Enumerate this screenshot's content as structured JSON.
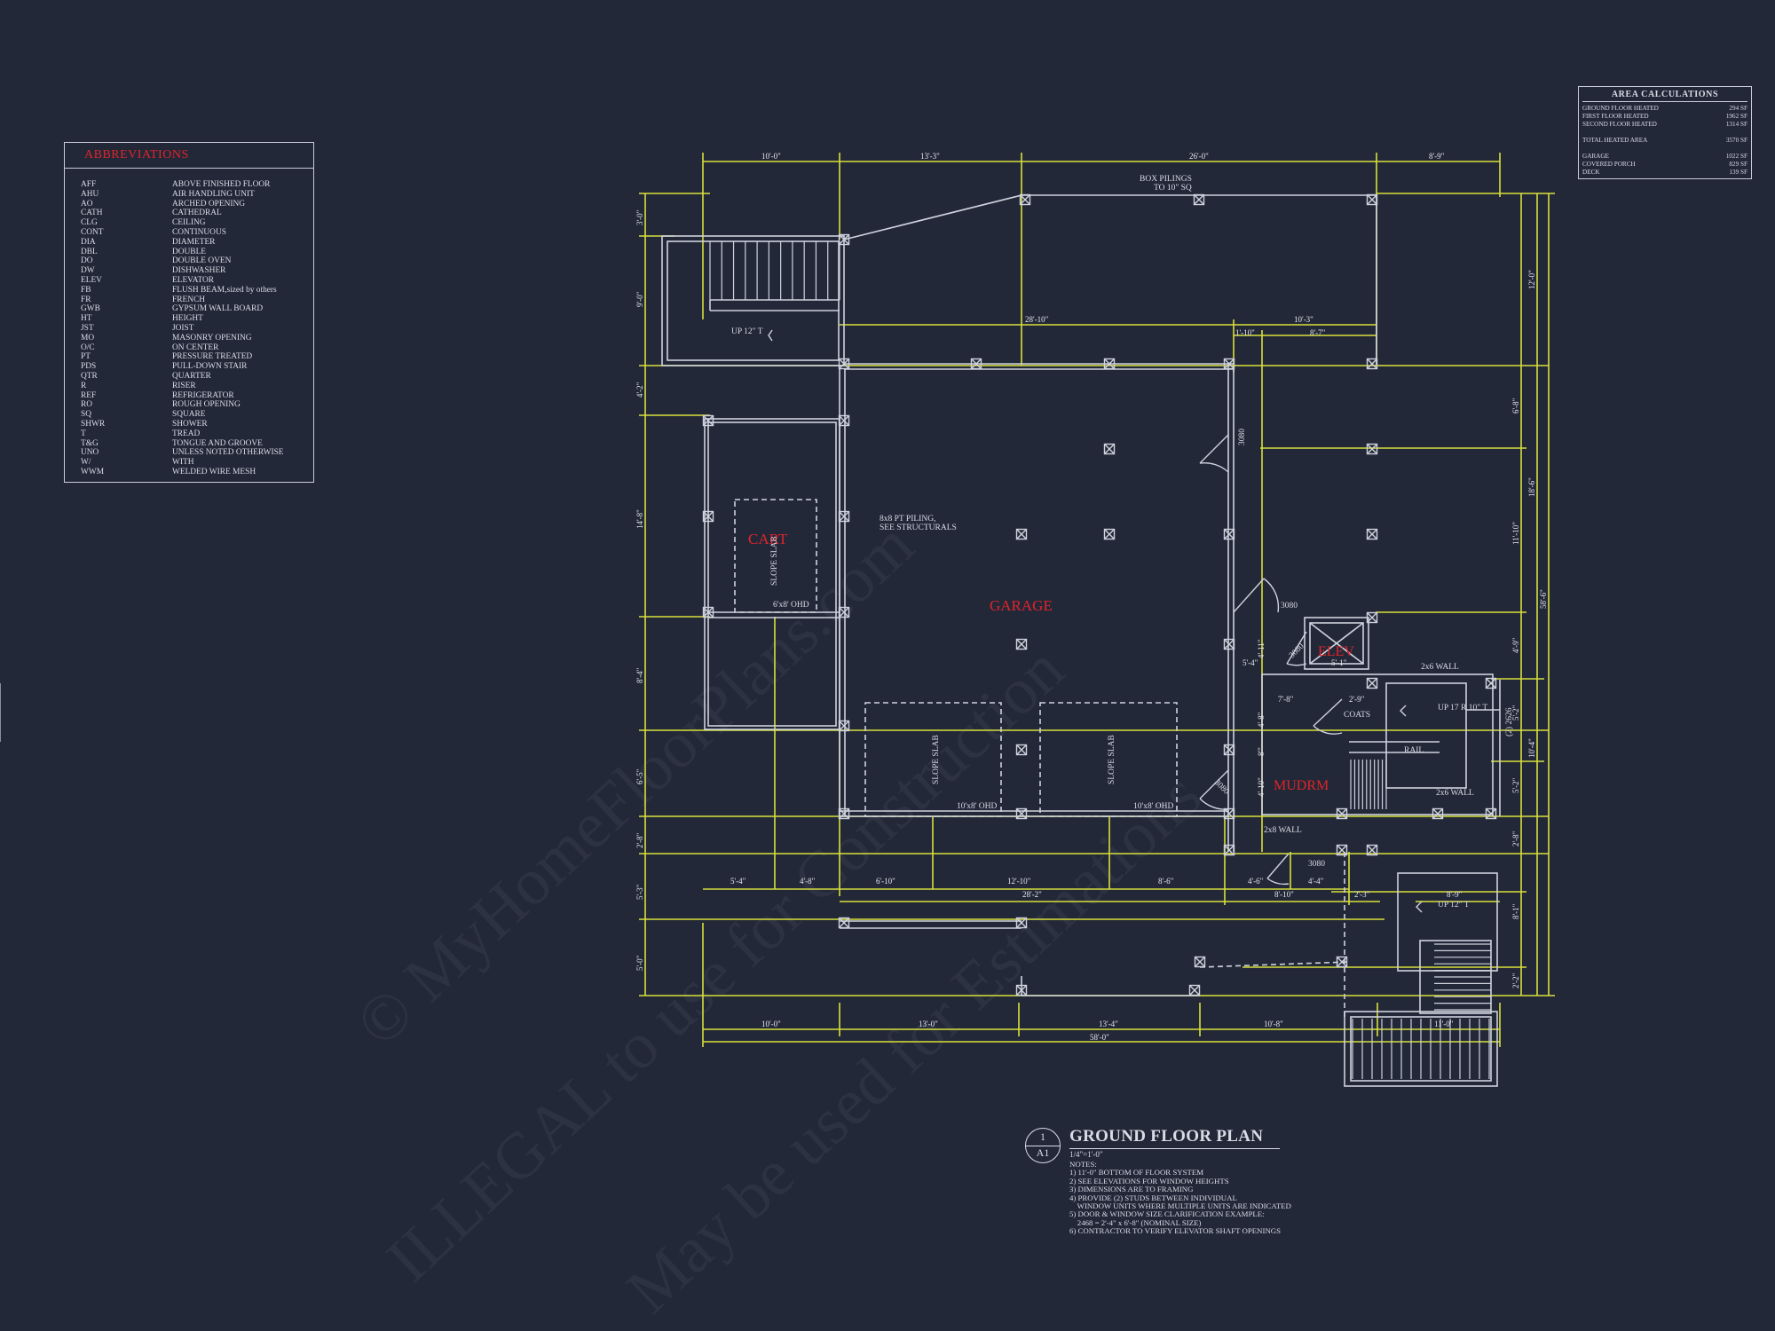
{
  "abbreviations": {
    "title": "ABBREVIATIONS",
    "items": [
      {
        "code": "AFF",
        "meaning": "ABOVE FINISHED FLOOR"
      },
      {
        "code": "AHU",
        "meaning": "AIR HANDLING UNIT"
      },
      {
        "code": "AO",
        "meaning": "ARCHED OPENING"
      },
      {
        "code": "CATH",
        "meaning": "CATHEDRAL"
      },
      {
        "code": "CLG",
        "meaning": "CEILING"
      },
      {
        "code": "CONT",
        "meaning": "CONTINUOUS"
      },
      {
        "code": "DIA",
        "meaning": "DIAMETER"
      },
      {
        "code": "DBL",
        "meaning": "DOUBLE"
      },
      {
        "code": "DO",
        "meaning": "DOUBLE OVEN"
      },
      {
        "code": "DW",
        "meaning": "DISHWASHER"
      },
      {
        "code": "ELEV",
        "meaning": "ELEVATOR"
      },
      {
        "code": "FB",
        "meaning": "FLUSH BEAM,sized by others"
      },
      {
        "code": "FR",
        "meaning": "FRENCH"
      },
      {
        "code": "GWB",
        "meaning": "GYPSUM WALL BOARD"
      },
      {
        "code": "HT",
        "meaning": "HEIGHT"
      },
      {
        "code": "JST",
        "meaning": "JOIST"
      },
      {
        "code": "MO",
        "meaning": "MASONRY OPENING"
      },
      {
        "code": "O/C",
        "meaning": "ON CENTER"
      },
      {
        "code": "PT",
        "meaning": "PRESSURE TREATED"
      },
      {
        "code": "PDS",
        "meaning": "PULL-DOWN STAIR"
      },
      {
        "code": "QTR",
        "meaning": "QUARTER"
      },
      {
        "code": "R",
        "meaning": "RISER"
      },
      {
        "code": "REF",
        "meaning": "REFRIGERATOR"
      },
      {
        "code": "RO",
        "meaning": "ROUGH OPENING"
      },
      {
        "code": "SQ",
        "meaning": "SQUARE"
      },
      {
        "code": "SHWR",
        "meaning": "SHOWER"
      },
      {
        "code": "T",
        "meaning": "TREAD"
      },
      {
        "code": "T&G",
        "meaning": "TONGUE AND GROOVE"
      },
      {
        "code": "UNO",
        "meaning": "UNLESS NOTED OTHERWISE"
      },
      {
        "code": "W/",
        "meaning": "WITH"
      },
      {
        "code": "WWM",
        "meaning": "WELDED WIRE MESH"
      }
    ]
  },
  "area_calculations": {
    "title": "AREA CALCULATIONS",
    "rows": [
      {
        "label": "GROUND FLOOR HEATED",
        "value": "294 SF"
      },
      {
        "label": "FIRST FLOOR HEATED",
        "value": "1962 SF"
      },
      {
        "label": "SECOND FLOOR HEATED",
        "value": "1314 SF"
      },
      {
        "label": "TOTAL HEATED AREA",
        "value": "3570 SF"
      },
      {
        "label": "GARAGE",
        "value": "1022 SF"
      },
      {
        "label": "COVERED PORCH",
        "value": "829 SF"
      },
      {
        "label": "DECK",
        "value": "139 SF"
      }
    ]
  },
  "rooms": {
    "cart": "CART",
    "garage": "GARAGE",
    "elev": "ELEV",
    "mudrm": "MUDRM"
  },
  "notes_on_plan": {
    "box_pilings": "BOX PILINGS",
    "box_pilings_2": "TO 10\" SQ",
    "pt_piling": "8x8 PT PILING,",
    "pt_piling_2": "SEE STRUCTURALS",
    "cart_ohd": "6'x8' OHD",
    "ohd_1": "10'x8' OHD",
    "ohd_2": "10'x8' OHD",
    "slope_slab": "SLOPE SLAB",
    "coats": "COATS",
    "rail": "RAIL",
    "wall_2x6_a": "2x6 WALL",
    "wall_2x6_b": "2x6 WALL",
    "wall_2x8": "2x8 WALL",
    "up_stair_main": "UP 12\" T",
    "up_stair_interior": "UP 17 R 10\" T",
    "up_stair_rear": "UP 12\" T",
    "door_3080_a": "3080",
    "door_3080_b": "3080",
    "door_3080_c": "3080",
    "door_3080_d": "3080",
    "door_3080_e": "3080",
    "window_2626": "(2) 2626"
  },
  "dimensions": {
    "top": [
      "10'-0\"",
      "13'-3\"",
      "26'-0\"",
      "8'-9\""
    ],
    "bottom_row1": [
      "10'-0\"",
      "13'-0\"",
      "13'-4\"",
      "10'-8\"",
      "11'-0\""
    ],
    "bottom_total": "58'-0\"",
    "mid_row": [
      "5'-4\"",
      "4'-8\"",
      "6'-10\"",
      "12'-10\"",
      "8'-6\"",
      "4'-6\"",
      "4'-4\""
    ],
    "mid_totals": [
      "28'-2\"",
      "8'-10\"",
      "2'-3\"",
      "8'-9\""
    ],
    "left": [
      "3'-0\"",
      "9'-0\"",
      "4'-2\"",
      "14'-8\"",
      "8'-4\"",
      "6'-5\"",
      "2'-8\"",
      "5'-3\"",
      "5'-0\""
    ],
    "right_inner": [
      "6'-8\"",
      "11'-10\"",
      "4'-9\"",
      "5'-2\"",
      "5'-2\"",
      "2'-8\"",
      "8'-1\"",
      "2'-2\""
    ],
    "right_mid": [
      "12'-0\"",
      "18'-6\"",
      "10'-4\""
    ],
    "right_total": "58'-6\"",
    "inner_top": [
      "28'-10\"",
      "10'-3\"",
      "1'-10\"",
      "8'-7\""
    ],
    "elev_dims": [
      "5'-4\"",
      "5'-1\"",
      "4'-11\"",
      "7'-8\"",
      "2'-9\"",
      "4'-8\"",
      "4'-10\"",
      "8'\""
    ]
  },
  "title_block": {
    "number": "1",
    "sheet": "A1",
    "title": "GROUND FLOOR PLAN",
    "scale": "1/4\"=1'-0\"",
    "notes": "NOTES:\n1) 11'-0\" BOTTOM OF FLOOR SYSTEM\n2) SEE ELEVATIONS FOR WINDOW HEIGHTS\n3) DIMENSIONS ARE TO FRAMING\n4) PROVIDE (2) STUDS BETWEEN INDIVIDUAL\n    WINDOW UNITS WHERE MULTIPLE UNITS ARE INDICATED\n5) DOOR & WINDOW SIZE CLARIFICATION EXAMPLE:\n    2468 = 2'-4\" x 6'-8\" (NOMINAL SIZE)\n6) CONTRACTOR TO VERIFY ELEVATOR SHAFT OPENINGS"
  },
  "watermark": {
    "line1": "© MyHomeFloorPlans.com",
    "line2": "ILLEGAL to use for Construction",
    "line3": "May be used for Estimations"
  },
  "colors": {
    "background": "#232838",
    "line": "#cfd3de",
    "dimension": "#d8e03a",
    "room_label": "#e0242a"
  }
}
